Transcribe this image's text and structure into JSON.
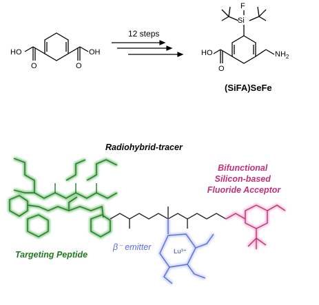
{
  "reaction": {
    "steps_label": "12 steps",
    "product_name": "(SiFA)SeFe",
    "start_atoms": {
      "ho_left": "HO",
      "oh_right": "OH",
      "o_left": "O",
      "o_right": "O"
    },
    "product_atoms": {
      "f": "F",
      "si": "Si",
      "ho": "HO",
      "o": "O",
      "nh2": "NH",
      "nh2_sub": "2"
    }
  },
  "tracer": {
    "title": "Radiohybrid-tracer",
    "targeting_label": "Targeting Peptide",
    "beta_label": "β⁻ emitter",
    "sifa_label_line1": "Bifunctional",
    "sifa_label_line2": "Silicon-based",
    "sifa_label_line3": "Fluoride Acceptor",
    "metal_label": "Lu³⁺",
    "colors": {
      "peptide": "#1f7a1f",
      "peptide_glow": "#57b35a",
      "chelator": "#5a6fd6",
      "chelator_glow": "#b9c3f2",
      "sifa": "#c2307a",
      "sifa_glow": "#f0a8cc",
      "linker": "#222222"
    }
  }
}
